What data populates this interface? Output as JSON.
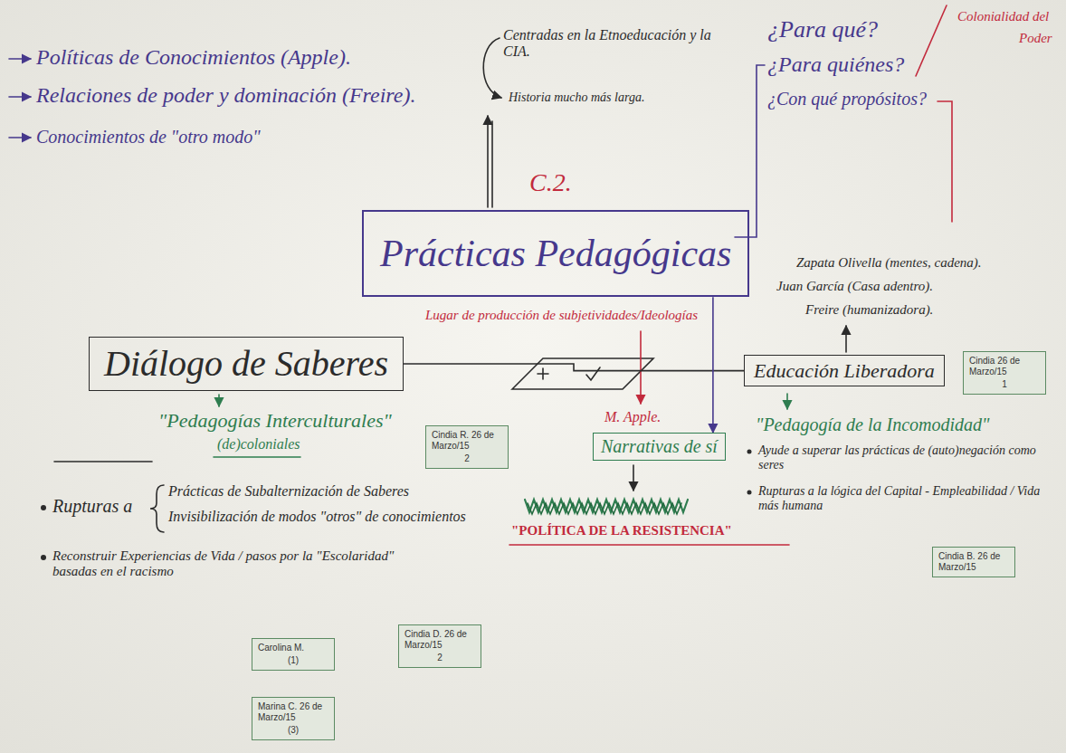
{
  "diagram": {
    "nodes": [
      {
        "text": [
          "Prácticas Pedagógicas"
        ]
      },
      {
        "text": [
          "Diálogo de Saberes"
        ]
      },
      {
        "text": [
          "Educación Liberadora"
        ]
      },
      {
        "text": [
          "Cindia 26 de Marzo/15",
          "1"
        ]
      },
      {
        "text": [
          "Narrativas de sí"
        ]
      },
      {
        "text": [
          "Cindia R. 26 de Marzo/15",
          "2"
        ]
      },
      {
        "text": [
          "Cindia B. 26 de Marzo/15"
        ]
      },
      {
        "text": [
          "Cindia D. 26 de Marzo/15",
          "2"
        ]
      },
      {
        "text": [
          "Carolina M.",
          "(1)"
        ]
      },
      {
        "text": [
          "Marina C. 26 de Marzo/15",
          "(3)"
        ]
      }
    ],
    "edges": [
      {
        "from": 1,
        "to": 2,
        "arrow": "none"
      },
      {
        "from": 0,
        "to": 4,
        "arrow": "to"
      }
    ],
    "labels": [
      "Políticas de Conocimientos (Apple).",
      "Relaciones de poder y dominación (Freire).",
      "Conocimientos de \"otro modo\"",
      "Centradas en la Etnoeducación y la CIA.",
      "Historia mucho más larga.",
      "C.2.",
      "¿Para qué?",
      "¿Para quiénes?",
      "¿Con qué propósitos?",
      "Colonialidad del",
      "Poder",
      "Lugar de producción de subjetividades/Ideologías",
      "Zapata Olivella (mentes, cadena).",
      "Juan García (Casa adentro).",
      "Freire (humanizadora).",
      "\"Pedagogías Interculturales\"",
      "(de)coloniales",
      "M. Apple.",
      "\"Pedagogía de la Incomodidad\"",
      "Ayude a superar las prácticas de (auto)negación como seres",
      "Rupturas a la lógica del Capital - Empleabilidad / Vida más humana",
      "Rupturas a",
      "Prácticas de Subalternización de Saberes",
      "Invisibilización de modos \"otros\" de conocimientos",
      "Reconstruir Experiencias de Vida / pasos por la \"Escolaridad\" basadas en el racismo",
      "\"POLÍTICA DE LA RESISTENCIA\""
    ]
  }
}
